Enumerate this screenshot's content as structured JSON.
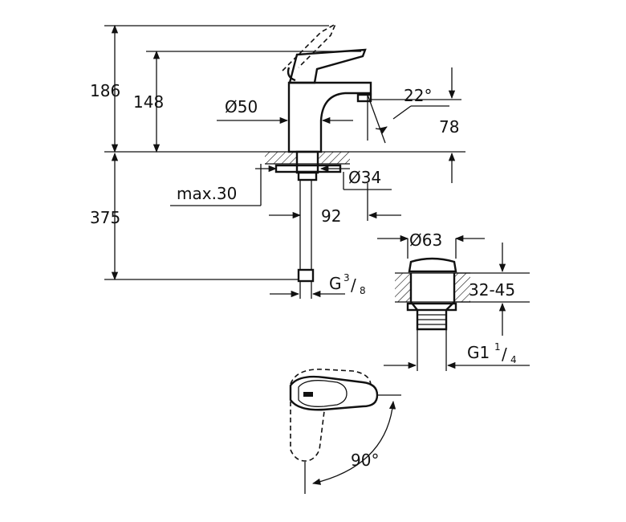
{
  "dimensions": {
    "total_height": "186",
    "body_height": "148",
    "body_diameter": "Ø50",
    "spout_angle": "22°",
    "spout_height": "78",
    "mount_hole": "Ø34",
    "max_thickness": "max.30",
    "projection": "92",
    "hose_length": "375",
    "hose_thread_main": "G",
    "hose_thread_num": "3",
    "hose_thread_den": "8",
    "waste_diameter": "Ø63",
    "waste_range": "32-45",
    "waste_thread_main": "G1",
    "waste_thread_num": "1",
    "waste_thread_den": "4",
    "lever_rotation": "90°"
  }
}
